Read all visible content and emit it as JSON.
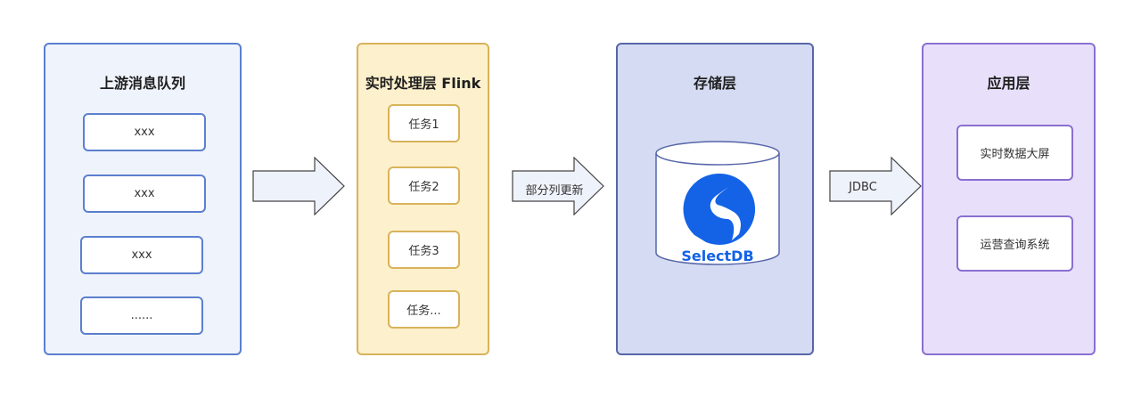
{
  "diagram": {
    "layers": [
      {
        "id": "upstream",
        "title": "上游消息队列",
        "items": [
          "xxx",
          "xxx",
          "xxx",
          "......"
        ]
      },
      {
        "id": "flink",
        "title": "实时处理层 Flink",
        "items": [
          "任务1",
          "任务2",
          "任务3",
          "任务..."
        ]
      },
      {
        "id": "storage",
        "title": "存储层",
        "database": {
          "icon": "selectdb-logo-icon",
          "label": "SelectDB"
        }
      },
      {
        "id": "app",
        "title": "应用层",
        "items": [
          "实时数据大屏",
          "运营查询系统"
        ]
      }
    ],
    "arrows": [
      {
        "from": "upstream",
        "to": "flink",
        "label": ""
      },
      {
        "from": "flink",
        "to": "storage",
        "label": "部分列更新"
      },
      {
        "from": "storage",
        "to": "app",
        "label": "JDBC"
      }
    ],
    "colors": {
      "upstream": "#5b7fcf",
      "flink": "#d8b35a",
      "storage": "#5766a8",
      "app": "#8a6fd1",
      "brand": "#1463e6"
    }
  }
}
